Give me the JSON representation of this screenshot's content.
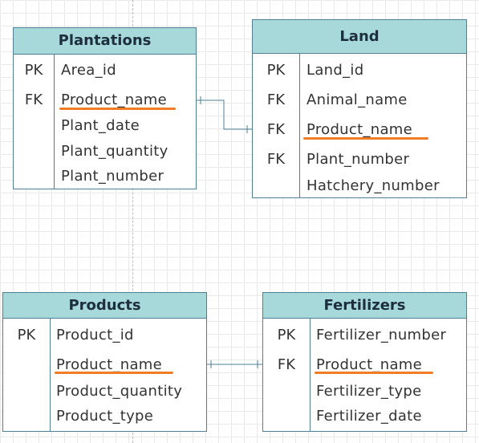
{
  "entities": {
    "plantations": {
      "title": "Plantations",
      "rows": [
        {
          "key": "PK",
          "field": "Area_id"
        },
        {
          "key": "FK",
          "field": "Product_name"
        },
        {
          "key": "",
          "field": "Plant_date"
        },
        {
          "key": "",
          "field": "Plant_quantity"
        },
        {
          "key": "",
          "field": "Plant_number"
        }
      ]
    },
    "land": {
      "title": "Land",
      "rows": [
        {
          "key": "PK",
          "field": "Land_id"
        },
        {
          "key": "FK",
          "field": "Animal_name"
        },
        {
          "key": "FK",
          "field": "Product_name"
        },
        {
          "key": "FK",
          "field": "Plant_number"
        },
        {
          "key": "",
          "field": "Hatchery_number"
        }
      ]
    },
    "products": {
      "title": "Products",
      "rows": [
        {
          "key": "PK",
          "field": "Product_id"
        },
        {
          "key": "",
          "field": "Product_name"
        },
        {
          "key": "",
          "field": "Product_quantity"
        },
        {
          "key": "",
          "field": "Product_type"
        }
      ]
    },
    "fertilizers": {
      "title": "Fertilizers",
      "rows": [
        {
          "key": "PK",
          "field": "Fertilizer_number"
        },
        {
          "key": "FK",
          "field": "Product_name"
        },
        {
          "key": "",
          "field": "Fertilizer_type"
        },
        {
          "key": "",
          "field": "Fertilizer_date"
        }
      ]
    }
  },
  "colors": {
    "header_fill": "#a7d8da",
    "border": "#4f7f93",
    "highlight": "#f07d25",
    "connector": "#4f7f93"
  }
}
